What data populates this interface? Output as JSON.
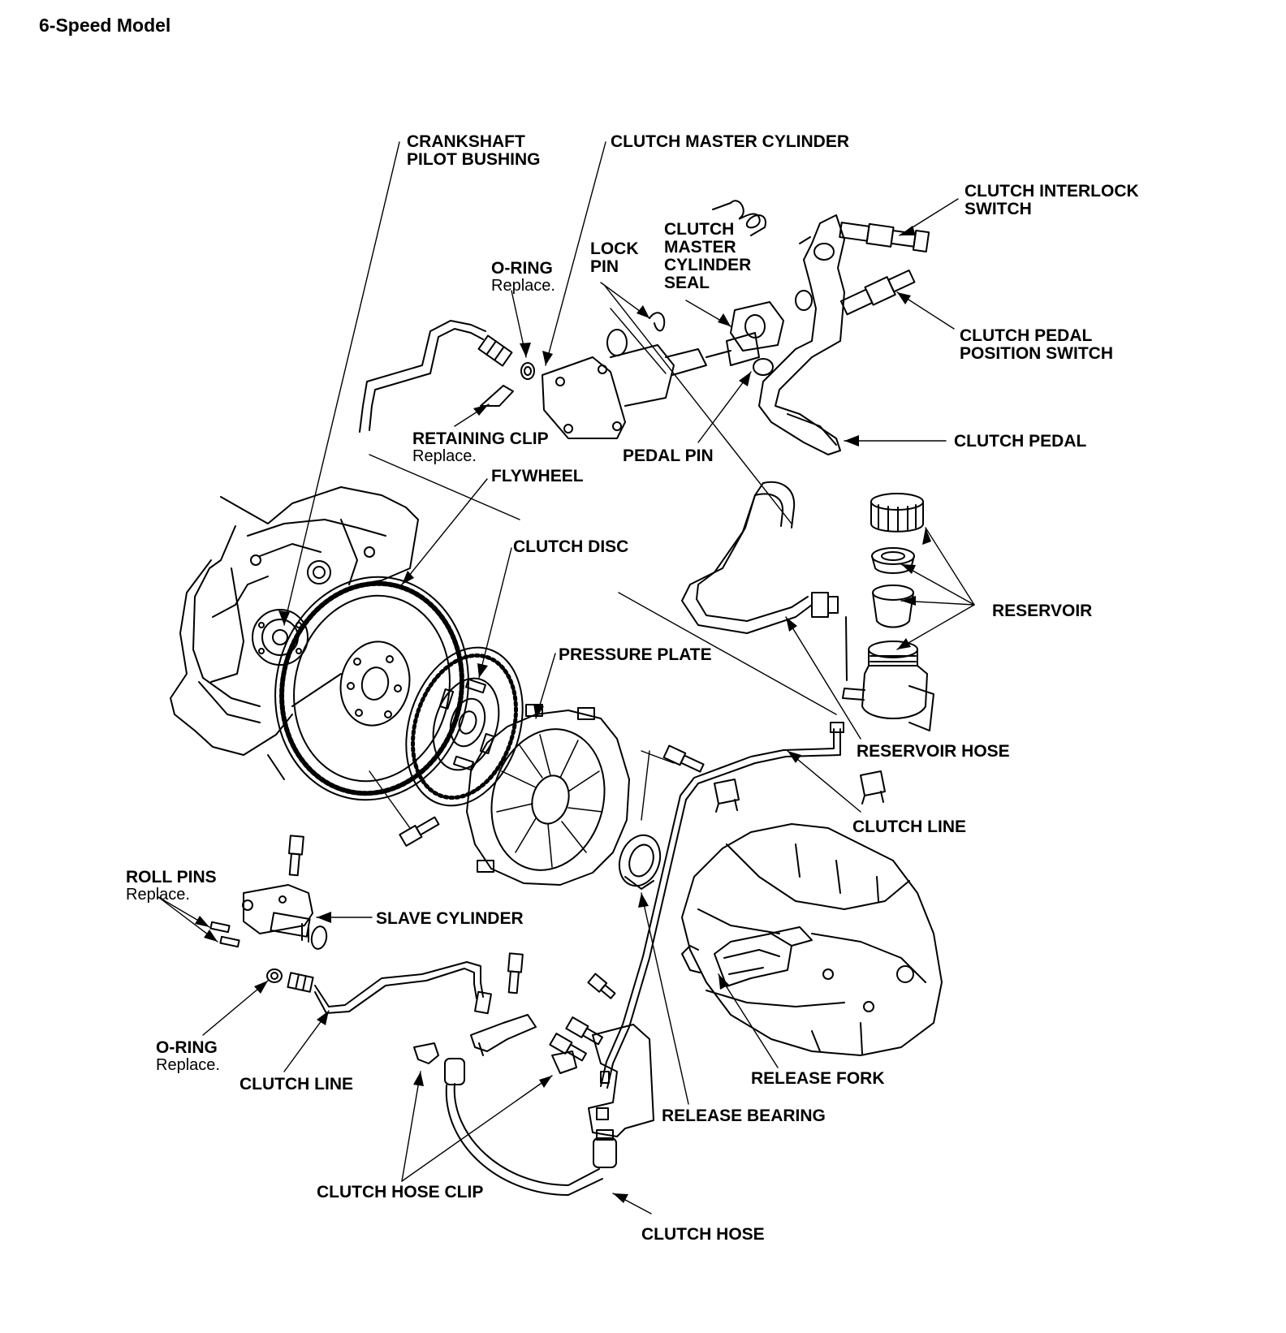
{
  "title": "6-Speed Model",
  "labels": {
    "crankshaft_pilot_bushing": [
      "CRANKSHAFT",
      "PILOT BUSHING"
    ],
    "clutch_master_cylinder": "CLUTCH MASTER CYLINDER",
    "clutch_interlock_switch": [
      "CLUTCH INTERLOCK",
      "SWITCH"
    ],
    "clutch_master_cylinder_seal": [
      "CLUTCH",
      "MASTER",
      "CYLINDER",
      "SEAL"
    ],
    "lock_pin": [
      "LOCK",
      "PIN"
    ],
    "o_ring_top": "O-RING",
    "o_ring_top_note": "Replace.",
    "clutch_pedal_position_switch": [
      "CLUTCH PEDAL",
      "POSITION SWITCH"
    ],
    "retaining_clip": "RETAINING CLIP",
    "retaining_clip_note": "Replace.",
    "pedal_pin": "PEDAL PIN",
    "clutch_pedal": "CLUTCH PEDAL",
    "flywheel": "FLYWHEEL",
    "clutch_disc": "CLUTCH DISC",
    "reservoir": "RESERVOIR",
    "pressure_plate": "PRESSURE PLATE",
    "reservoir_hose": "RESERVOIR HOSE",
    "clutch_line_right": "CLUTCH LINE",
    "roll_pins": "ROLL PINS",
    "roll_pins_note": "Replace.",
    "slave_cylinder": "SLAVE CYLINDER",
    "o_ring_bottom": "O-RING",
    "o_ring_bottom_note": "Replace.",
    "clutch_line_bottom": "CLUTCH LINE",
    "release_fork": "RELEASE FORK",
    "release_bearing": "RELEASE BEARING",
    "clutch_hose_clip": "CLUTCH HOSE CLIP",
    "clutch_hose": "CLUTCH HOSE"
  }
}
